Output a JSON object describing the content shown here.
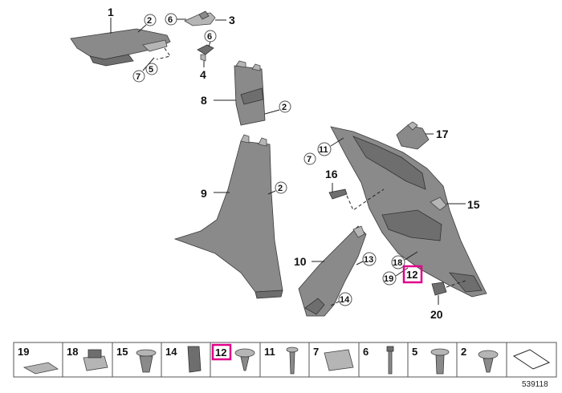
{
  "callouts": [
    {
      "id": "c1",
      "text": "1"
    },
    {
      "id": "c2a",
      "text": "2"
    },
    {
      "id": "c6a",
      "text": "6"
    },
    {
      "id": "c3",
      "text": "3"
    },
    {
      "id": "c6b",
      "text": "6"
    },
    {
      "id": "c7a",
      "text": "7"
    },
    {
      "id": "c5",
      "text": "5"
    },
    {
      "id": "c4",
      "text": "4"
    },
    {
      "id": "c8",
      "text": "8"
    },
    {
      "id": "c2b",
      "text": "2"
    },
    {
      "id": "c9",
      "text": "9"
    },
    {
      "id": "c2c",
      "text": "2"
    },
    {
      "id": "c7b",
      "text": "7"
    },
    {
      "id": "c11",
      "text": "11"
    },
    {
      "id": "c16",
      "text": "16"
    },
    {
      "id": "c17",
      "text": "17"
    },
    {
      "id": "c10",
      "text": "10"
    },
    {
      "id": "c13",
      "text": "13"
    },
    {
      "id": "c15",
      "text": "15"
    },
    {
      "id": "c18",
      "text": "18"
    },
    {
      "id": "c19",
      "text": "19"
    },
    {
      "id": "c12",
      "text": "12"
    },
    {
      "id": "c14",
      "text": "14"
    },
    {
      "id": "c20",
      "text": "20"
    }
  ],
  "parts_strip": [
    {
      "text": "19"
    },
    {
      "text": "18"
    },
    {
      "text": "15"
    },
    {
      "text": "14"
    },
    {
      "text": "12"
    },
    {
      "text": "11"
    },
    {
      "text": "7"
    },
    {
      "text": "6"
    },
    {
      "text": "5"
    },
    {
      "text": "2"
    }
  ],
  "highlight_part": "12",
  "highlight_color": "#e0008a",
  "diagram_number": "539118"
}
